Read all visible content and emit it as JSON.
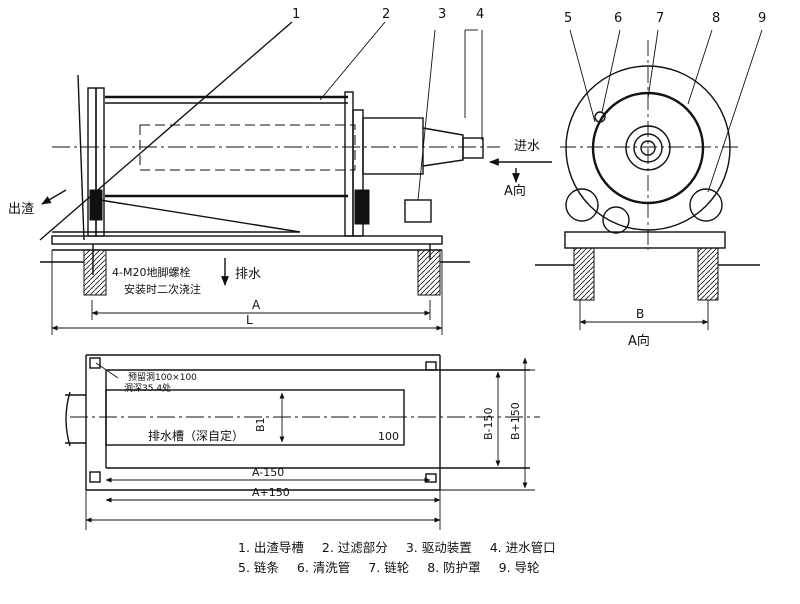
{
  "callouts": [
    "1",
    "2",
    "3",
    "4",
    "5",
    "6",
    "7",
    "8",
    "9"
  ],
  "labels": {
    "water_in": "进水",
    "view_a_arrow": "A向",
    "slag_out": "出渣",
    "drain": "排水",
    "bolt_note_1": "4-M20地脚螺栓",
    "bolt_note_2": "安装时二次浇注",
    "dim_A": "A",
    "dim_L": "L",
    "dim_B": "B",
    "view_a_caption": "A向",
    "reserved_hole_1": "预留洞100×100",
    "reserved_hole_2": "洞深35.4处",
    "dim_B1": "B1",
    "drain_trench": "排水槽（深自定）",
    "dim_100": "100",
    "dim_A_minus": "A-150",
    "dim_A_plus": "A+150",
    "dim_B_minus": "B-150",
    "dim_B_plus": "B+150"
  },
  "legend": {
    "row1": [
      "1. 出渣导槽",
      "2. 过滤部分",
      "3. 驱动装置",
      "4. 进水管口"
    ],
    "row2": [
      "5. 链条",
      "6. 清洗管",
      "7. 链轮",
      "8. 防护罩",
      "9. 导轮"
    ]
  }
}
